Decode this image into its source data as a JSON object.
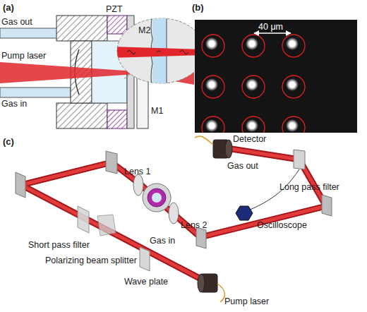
{
  "diagram": {
    "labels": [
      "(a)",
      "Gas out",
      "Pump laser",
      "Gas in",
      "PZT",
      "M2",
      "M1",
      "(b)",
      "40 μm",
      "(c)",
      "Detector",
      "Gas out",
      "Long pass filter",
      "Oscilloscope",
      "Lens 1",
      "Lens 2",
      "Gas in",
      "Short pass filter",
      "Polarizing beam splitter",
      "Wave plate",
      "Pump laser"
    ]
  }
}
